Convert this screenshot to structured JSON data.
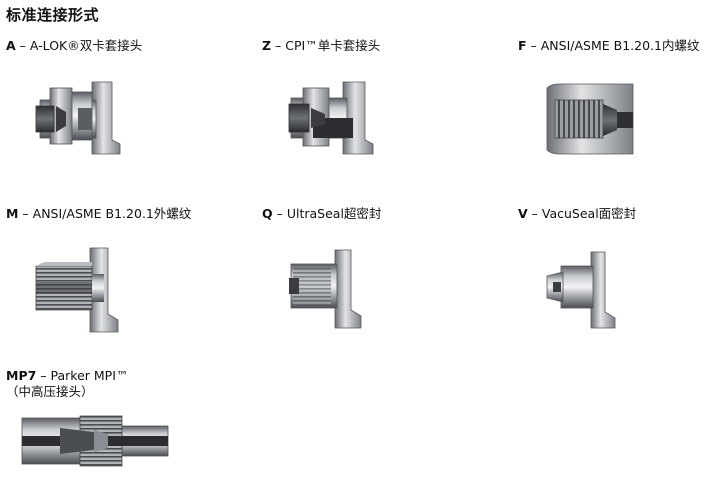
{
  "page": {
    "title": "标准连接形式"
  },
  "connections": [
    {
      "code": "A",
      "sep": " – ",
      "text": "A-LOK®双卡套接头",
      "icon": "a-lok-fitting-icon"
    },
    {
      "code": "Z",
      "sep": " – ",
      "text": "CPI™单卡套接头",
      "icon": "cpi-fitting-icon"
    },
    {
      "code": "F",
      "sep": " – ",
      "text": "ANSI/ASME B1.20.1内螺纹",
      "icon": "female-thread-icon"
    },
    {
      "code": "M",
      "sep": " – ",
      "text": "ANSI/ASME B1.20.1外螺纹",
      "icon": "male-thread-icon"
    },
    {
      "code": "Q",
      "sep": " – ",
      "text": "UltraSeal超密封",
      "icon": "ultraseal-icon"
    },
    {
      "code": "V",
      "sep": " – ",
      "text": "VacuSeal面密封",
      "icon": "vacuseal-icon"
    },
    {
      "code": "MP7",
      "sep": " – ",
      "text": "Parker MPI™",
      "subtext": "（中高压接头）",
      "icon": "mpi-fitting-icon"
    }
  ],
  "colors": {
    "metal_dark": "#4a4d52",
    "metal_mid": "#8a8e94",
    "metal_light": "#d8dbde",
    "metal_highlight": "#f2f3f4"
  }
}
